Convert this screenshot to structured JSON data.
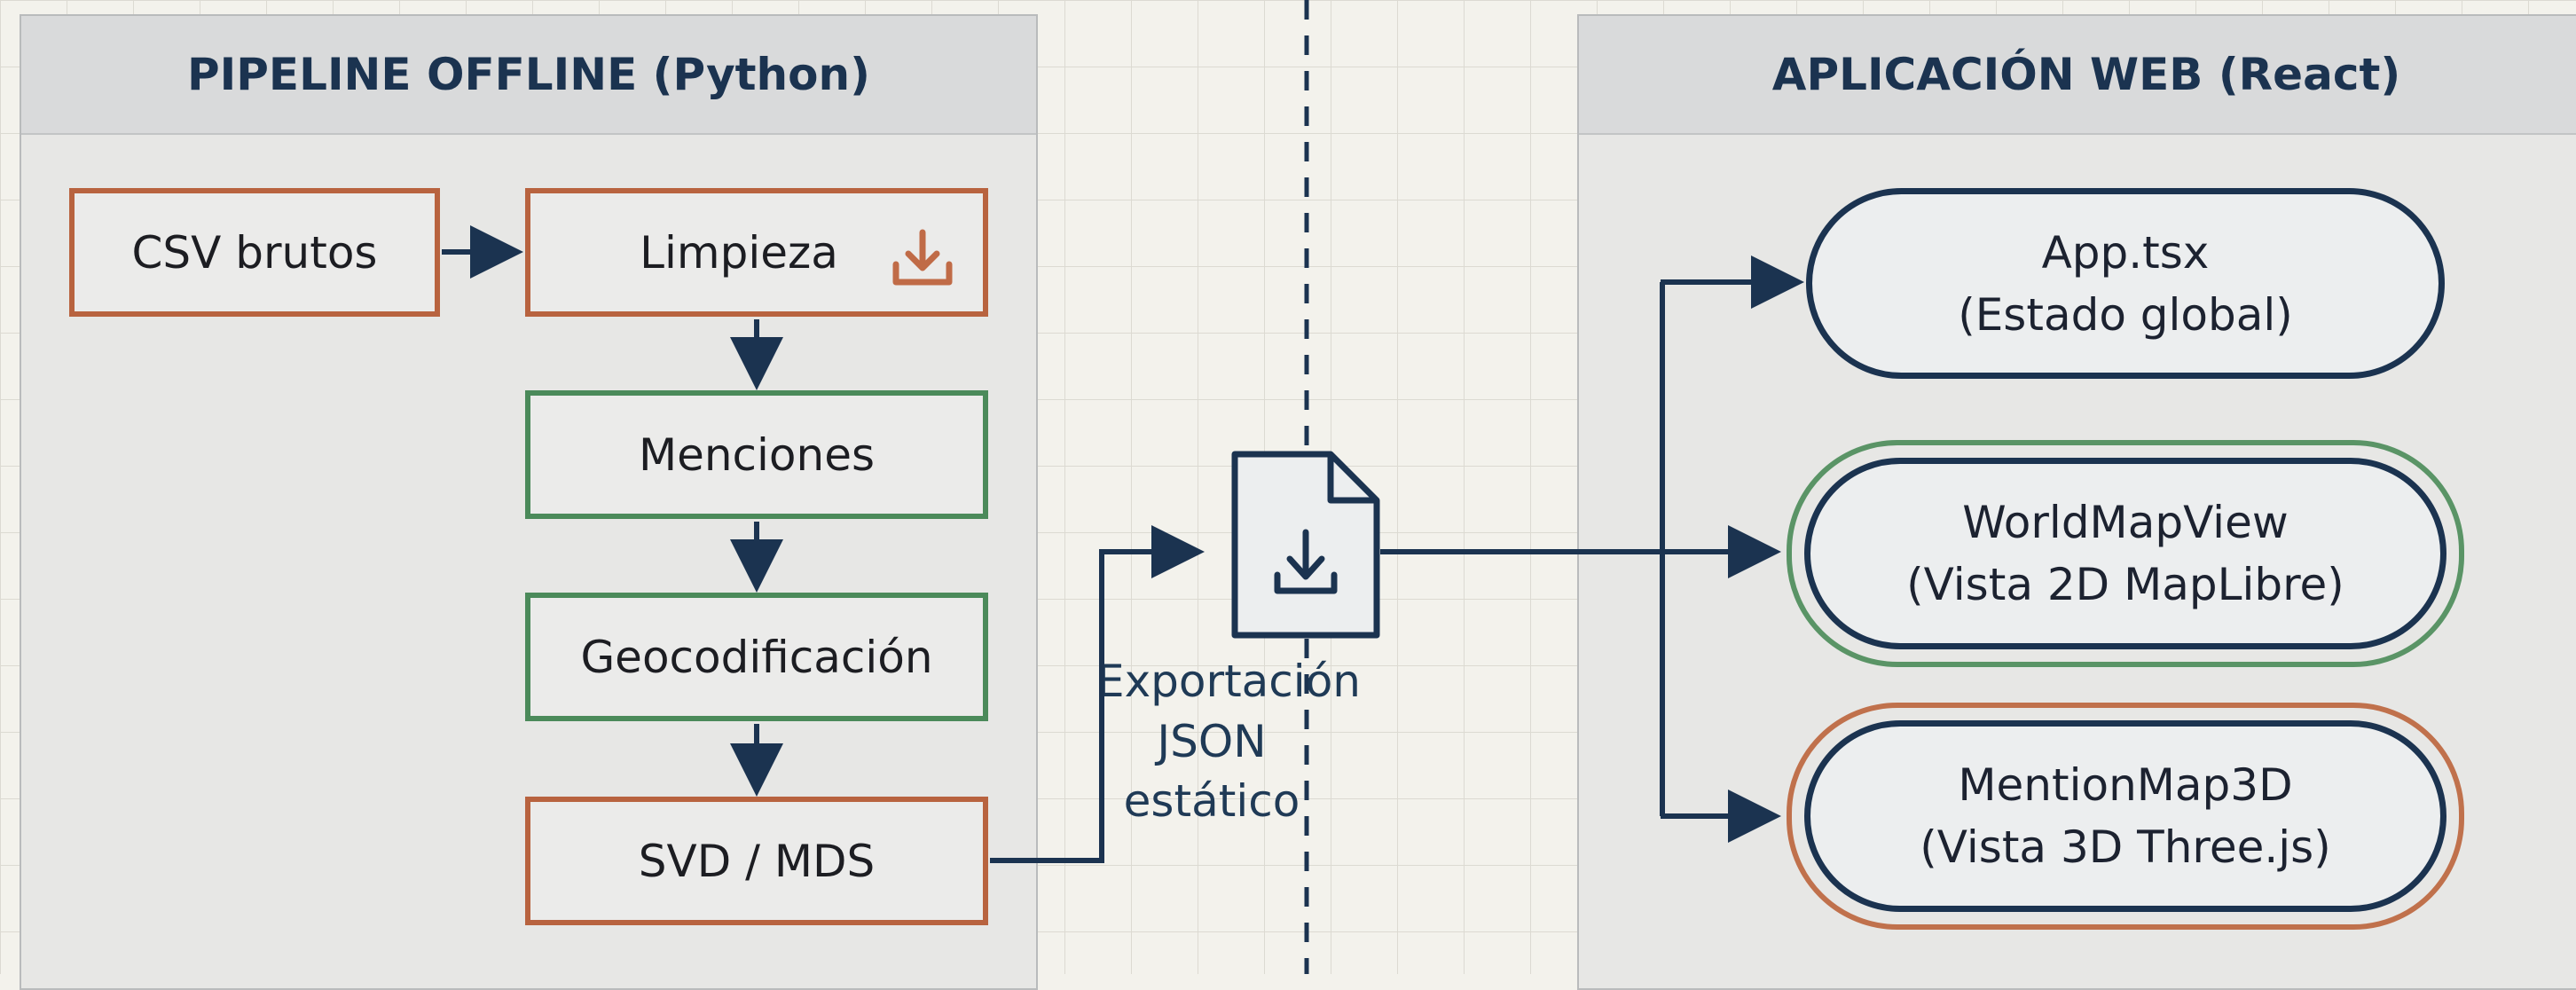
{
  "left_panel": {
    "title": "PIPELINE OFFLINE (Python)"
  },
  "right_panel": {
    "title": "APLICACIÓN WEB (React)"
  },
  "pipeline": {
    "csv": "CSV brutos",
    "limpieza": "Limpieza",
    "menciones": "Menciones",
    "geocodificacion": "Geocodificación",
    "svd": "SVD / MDS"
  },
  "export": {
    "line1": "Exportación",
    "line2": "JSON estático"
  },
  "web": {
    "app": {
      "line1": "App.tsx",
      "line2": "(Estado global)"
    },
    "worldmap": {
      "line1": "WorldMapView",
      "line2": "(Vista 2D MapLibre)"
    },
    "mentionmap": {
      "line1": "MentionMap3D",
      "line2": "(Vista 3D Three.js)"
    }
  },
  "colors": {
    "navy": "#1b3350",
    "green": "#4b8a5a",
    "orange": "#b8633f"
  },
  "icons": [
    "download-icon",
    "json-file-icon"
  ]
}
